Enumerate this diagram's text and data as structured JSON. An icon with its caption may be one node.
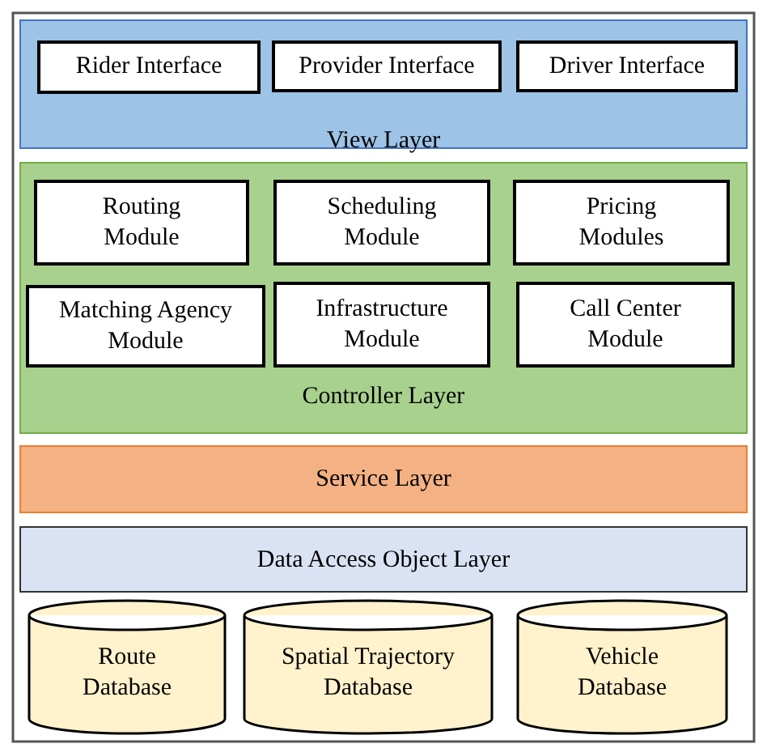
{
  "diagram": {
    "nodes": [
      {
        "text": [
          "View Layer"
        ]
      },
      {
        "text": [
          "Rider Interface"
        ],
        "in": 0
      },
      {
        "text": [
          "Provider Interface"
        ],
        "in": 0
      },
      {
        "text": [
          "Driver Interface"
        ],
        "in": 0
      },
      {
        "text": [
          "Controller Layer"
        ]
      },
      {
        "text": [
          "Routing Module"
        ],
        "in": 4
      },
      {
        "text": [
          "Scheduling Module"
        ],
        "in": 4
      },
      {
        "text": [
          "Pricing Modules"
        ],
        "in": 4
      },
      {
        "text": [
          "Matching Agency Module"
        ],
        "in": 4
      },
      {
        "text": [
          "Infrastructure Module"
        ],
        "in": 4
      },
      {
        "text": [
          "Call Center Module"
        ],
        "in": 4
      },
      {
        "text": [
          "Service Layer"
        ]
      },
      {
        "text": [
          "Data Access Object Layer"
        ]
      },
      {
        "text": [
          "Route Database"
        ]
      },
      {
        "text": [
          "Spatial Trajectory Database"
        ]
      },
      {
        "text": [
          "Vehicle Database"
        ]
      }
    ]
  }
}
